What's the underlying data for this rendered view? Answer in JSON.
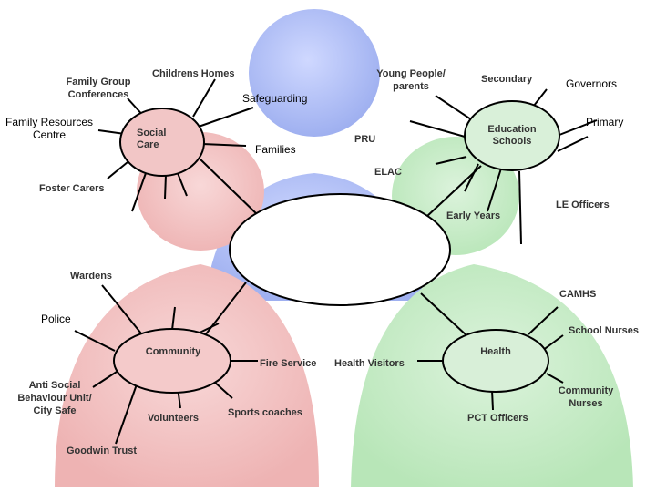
{
  "hubs": {
    "social_care": "Social\nCare",
    "education": "Education\nSchools",
    "community": "Community",
    "health": "Health"
  },
  "labels": {
    "childrens_homes": "Childrens Homes",
    "family_group_conferences": "Family Group\nConferences",
    "safeguarding": "Safeguarding",
    "family_resources_centre": "Family Resources\nCentre",
    "families": "Families",
    "foster_carers": "Foster Carers",
    "young_people_parents": "Young People/\nparents",
    "secondary": "Secondary",
    "governors": "Governors",
    "primary": "Primary",
    "pru": "PRU",
    "elac": "ELAC",
    "early_years": "Early Years",
    "le_officers": "LE Officers",
    "wardens": "Wardens",
    "police": "Police",
    "anti_social": "Anti Social\nBehaviour Unit/\nCity Safe",
    "volunteers": "Volunteers",
    "goodwin_trust": "Goodwin Trust",
    "fire_service": "Fire Service",
    "sports_coaches": "Sports coaches",
    "camhs": "CAMHS",
    "school_nurses": "School Nurses",
    "health_visitors": "Health Visitors",
    "community_nurses": "Community\nNurses",
    "pct_officers": "PCT Officers"
  },
  "colors": {
    "social_care_fill": "#f2c6c6",
    "community_fill": "#f4caca",
    "education_fill": "#d9f0d9",
    "health_fill": "#d8efd8",
    "center_fill": "#ffffff",
    "line": "#000000"
  }
}
